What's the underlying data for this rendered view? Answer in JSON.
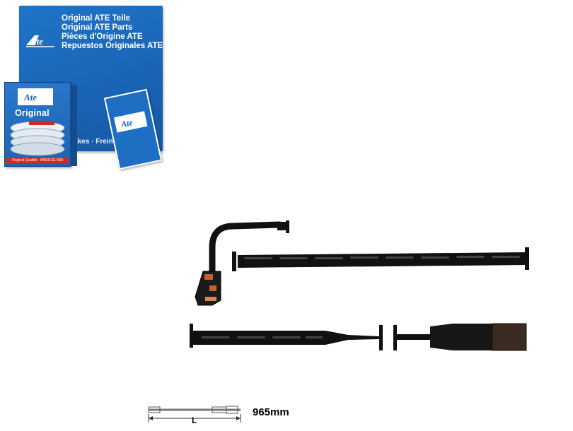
{
  "packaging": {
    "box_lines": [
      "Original ATE Teile",
      "Original ATE Parts",
      "Pièces d'Origine ATE",
      "Repuestos Originales ATE"
    ],
    "brand": "Ate",
    "strap_text": "Brakes · Freins · Frenos",
    "pad_box_title": "Original",
    "pad_box_badge": "Original Qualität · ABE/ECE-R90",
    "brand_blue": "#1a63b4"
  },
  "dimension": {
    "length_label": "965mm",
    "symbol": "L"
  },
  "product": {
    "name": "brake pad wear sensor cable",
    "cable_color": "#111111",
    "connector_color": "#3a2a22",
    "accent_color": "#c0622a"
  }
}
